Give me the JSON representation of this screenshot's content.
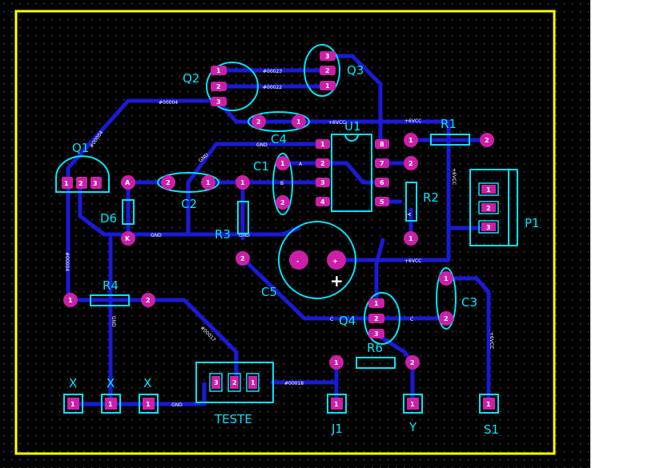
{
  "colors": {
    "background": "#000000",
    "grid_dot": "#5a5a5a",
    "board_outline": "#ffff00",
    "trace": "#1a1ad6",
    "pad": "#cc1fa8",
    "square_pad_frame": "#00e5ff",
    "silkscreen": "#00e5ff",
    "net_label": "#ffffff"
  },
  "board": {
    "components": {
      "Q1": "Q1",
      "Q2": "Q2",
      "Q3": "Q3",
      "Q4": "Q4",
      "U1": "U1",
      "R1": "R1",
      "R2": "R2",
      "R3": "R3",
      "R4": "R4",
      "R6": "R6",
      "C1": "C1",
      "C2": "C2",
      "C3": "C3",
      "C4": "C4",
      "C5": "C5",
      "D6": "D6",
      "P1": "P1",
      "TESTE": "TESTE",
      "J1": "J1",
      "Y": "Y",
      "S1": "S1",
      "X1": "X",
      "X2": "X",
      "X3": "X"
    },
    "nets": {
      "n00004": "#00004",
      "n00023": "#00023",
      "n00022": "#00022",
      "n00017": "#00017",
      "n00018": "#00018",
      "vcc": "+6VCC",
      "gnd": "GND",
      "a": "A",
      "b": "B",
      "c": "C"
    },
    "pins": {
      "p1": "1",
      "p2": "2",
      "p3": "3",
      "p4": "4",
      "p5": "5",
      "p6": "6",
      "p7": "7",
      "p8": "8",
      "a": "A",
      "k": "K"
    },
    "polarity": {
      "minus": "-",
      "plus": "+"
    }
  }
}
